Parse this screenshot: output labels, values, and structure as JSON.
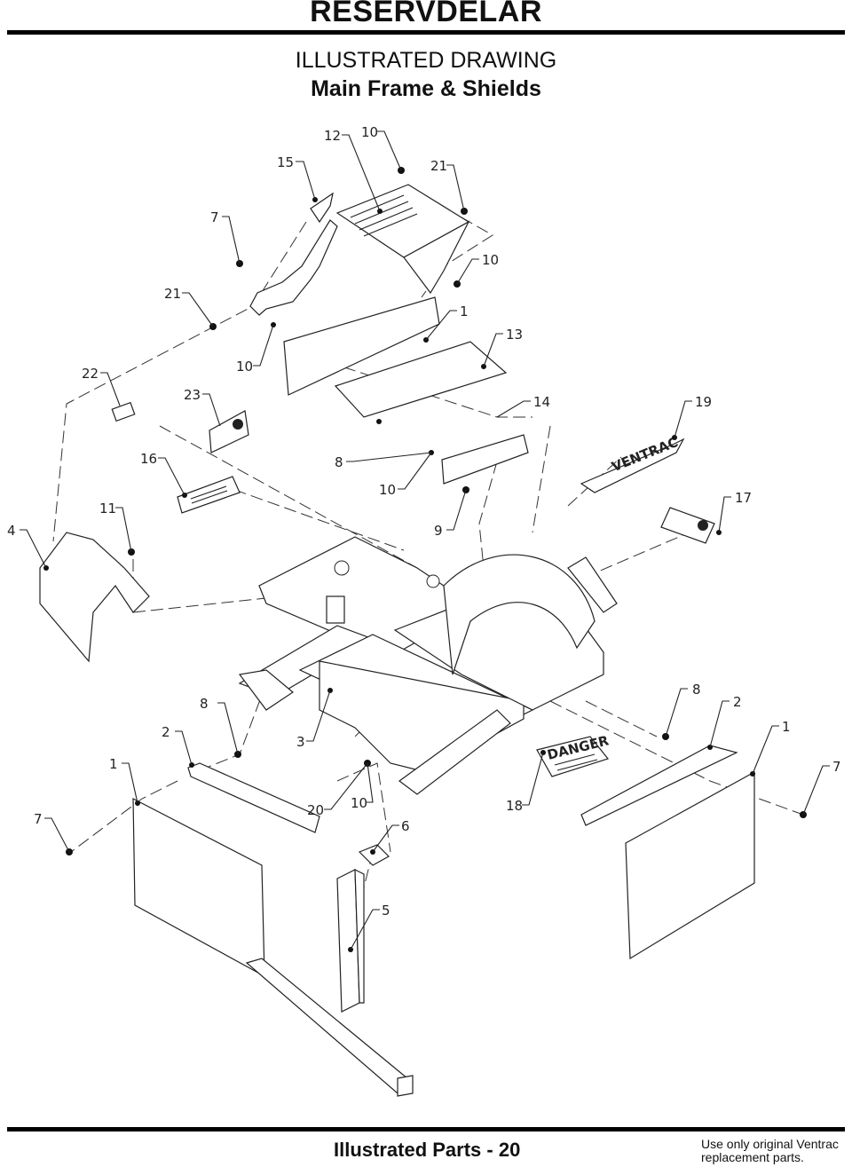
{
  "header": {
    "title": "RESERVDELAR",
    "subtitle": "ILLUSTRATED DRAWING",
    "section": "Main Frame & Shields"
  },
  "callouts": [
    {
      "id": "c-15",
      "label": "15"
    },
    {
      "id": "c-12",
      "label": "12"
    },
    {
      "id": "c-10a",
      "label": "10"
    },
    {
      "id": "c-21a",
      "label": "21"
    },
    {
      "id": "c-7a",
      "label": "7"
    },
    {
      "id": "c-10b",
      "label": "10"
    },
    {
      "id": "c-21b",
      "label": "21"
    },
    {
      "id": "c-1a",
      "label": "1"
    },
    {
      "id": "c-13",
      "label": "13"
    },
    {
      "id": "c-22",
      "label": "22"
    },
    {
      "id": "c-10c",
      "label": "10"
    },
    {
      "id": "c-23",
      "label": "23"
    },
    {
      "id": "c-14",
      "label": "14"
    },
    {
      "id": "c-19",
      "label": "19"
    },
    {
      "id": "c-16",
      "label": "16"
    },
    {
      "id": "c-8a",
      "label": "8"
    },
    {
      "id": "c-10d",
      "label": "10"
    },
    {
      "id": "c-11",
      "label": "11"
    },
    {
      "id": "c-17",
      "label": "17"
    },
    {
      "id": "c-4",
      "label": "4"
    },
    {
      "id": "c-9",
      "label": "9"
    },
    {
      "id": "c-8b",
      "label": "8"
    },
    {
      "id": "c-2a",
      "label": "2"
    },
    {
      "id": "c-8c",
      "label": "8"
    },
    {
      "id": "c-2b",
      "label": "2"
    },
    {
      "id": "c-1b",
      "label": "1"
    },
    {
      "id": "c-3",
      "label": "3"
    },
    {
      "id": "c-1c",
      "label": "1"
    },
    {
      "id": "c-7b",
      "label": "7"
    },
    {
      "id": "c-7c",
      "label": "7"
    },
    {
      "id": "c-20",
      "label": "20"
    },
    {
      "id": "c-10e",
      "label": "10"
    },
    {
      "id": "c-18",
      "label": "18"
    },
    {
      "id": "c-6",
      "label": "6"
    },
    {
      "id": "c-5",
      "label": "5"
    }
  ],
  "decals": {
    "danger": "DANGER",
    "brand": "VENTRAC"
  },
  "footer": {
    "page_label": "Illustrated Parts - 20",
    "note_line1": "Use only original Ventrac",
    "note_line2": "replacement parts."
  }
}
